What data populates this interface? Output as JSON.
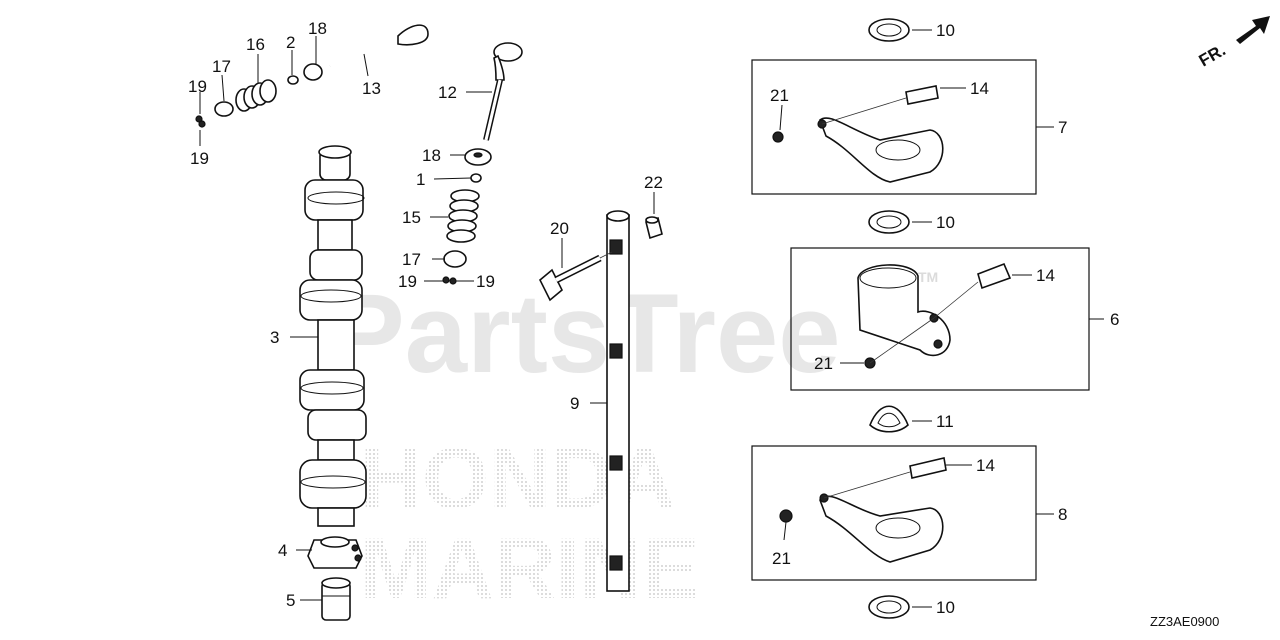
{
  "diagram": {
    "code": "ZZ3AE0900",
    "direction_label": "FR.",
    "watermark": {
      "brand": "PartsTree",
      "tm": "TM",
      "line1": "HONDA",
      "line2": "MARINE"
    },
    "callouts": {
      "c1": "1",
      "c2": "2",
      "c3": "3",
      "c4": "4",
      "c5": "5",
      "c6": "6",
      "c7": "7",
      "c8": "8",
      "c9": "9",
      "c10a": "10",
      "c10b": "10",
      "c10c": "10",
      "c11": "11",
      "c12": "12",
      "c13": "13",
      "c14a": "14",
      "c14b": "14",
      "c14c": "14",
      "c15": "15",
      "c16": "16",
      "c17a": "17",
      "c17b": "17",
      "c18a": "18",
      "c18b": "18",
      "c19a": "19",
      "c19b": "19",
      "c19c": "19",
      "c19d": "19",
      "c20": "20",
      "c21a": "21",
      "c21b": "21",
      "c21c": "21",
      "c22": "22"
    }
  }
}
